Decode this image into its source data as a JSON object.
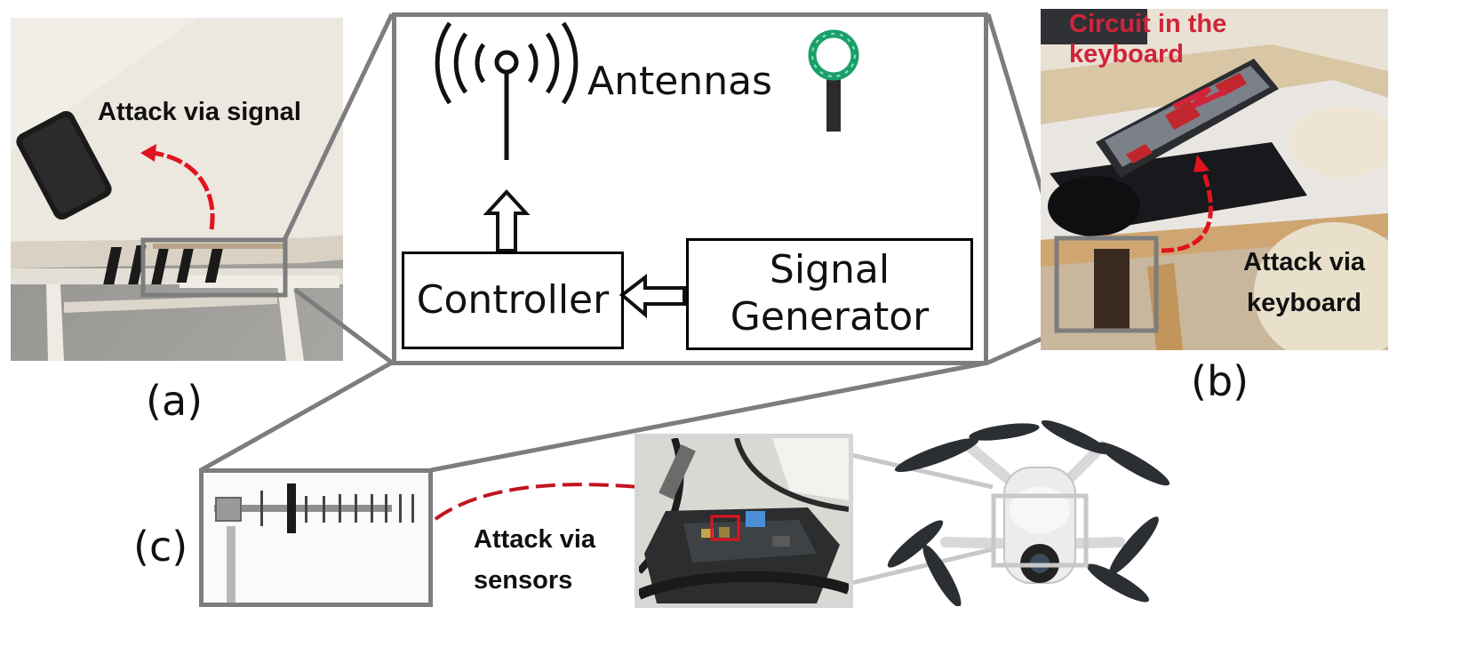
{
  "panel_a": {
    "letter": "(a)",
    "attack_label": "Attack via signal"
  },
  "panel_b": {
    "letter": "(b)",
    "circuit_label_line1": "Circuit in the",
    "circuit_label_line2": "keyboard",
    "attack_label_line1": "Attack via",
    "attack_label_line2": "keyboard"
  },
  "panel_c": {
    "letter": "(c)",
    "attack_label_line1": "Attack via",
    "attack_label_line2": "sensors"
  },
  "center": {
    "antennas_label": "Antennas",
    "controller_label": "Controller",
    "generator_line1": "Signal",
    "generator_line2": "Generator"
  },
  "colors": {
    "frame_gray": "#7d7d7d",
    "attack_red": "#e0141e",
    "circuit_red": "#d0243a",
    "antenna_green": "#1aa06a"
  }
}
